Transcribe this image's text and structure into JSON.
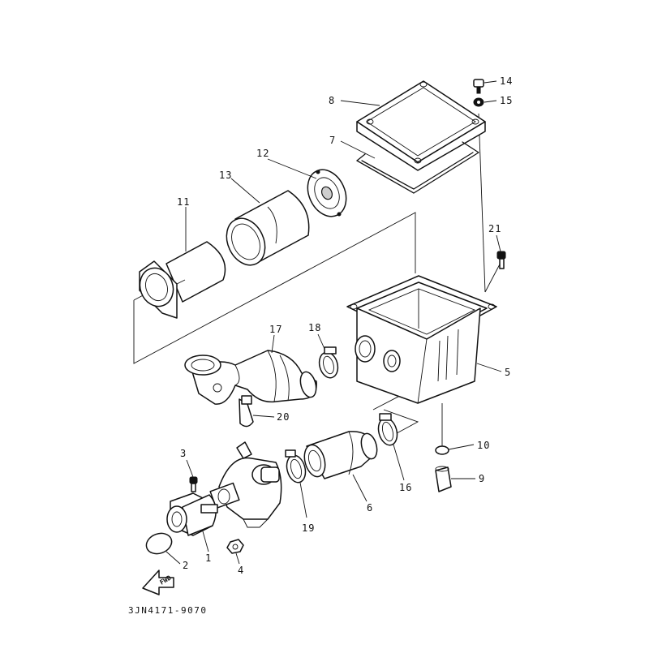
{
  "diagram": {
    "part_code": "3JN4171-9070",
    "fwd_label": "FWD",
    "callouts": [
      {
        "part": "carburetor-joint",
        "label": "1"
      },
      {
        "part": "o-ring",
        "label": "2"
      },
      {
        "part": "bolt-3",
        "label": "3"
      },
      {
        "part": "nut-4",
        "label": "4"
      },
      {
        "part": "air-filter-case",
        "label": "5"
      },
      {
        "part": "air-duct-joint",
        "label": "6"
      },
      {
        "part": "cap-gasket",
        "label": "7"
      },
      {
        "part": "case-cap",
        "label": "8"
      },
      {
        "part": "drain-cap",
        "label": "9"
      },
      {
        "part": "drain-clip",
        "label": "10"
      },
      {
        "part": "filter-guide",
        "label": "11"
      },
      {
        "part": "element-cap",
        "label": "12"
      },
      {
        "part": "filter-element",
        "label": "13"
      },
      {
        "part": "screw-14",
        "label": "14"
      },
      {
        "part": "washer-15",
        "label": "15"
      },
      {
        "part": "clamp-16",
        "label": "16"
      },
      {
        "part": "intake-duct",
        "label": "17"
      },
      {
        "part": "clamp-18",
        "label": "18"
      },
      {
        "part": "clamp-19",
        "label": "19"
      },
      {
        "part": "breather-joint",
        "label": "20"
      },
      {
        "part": "bolt-21",
        "label": "21"
      }
    ]
  }
}
